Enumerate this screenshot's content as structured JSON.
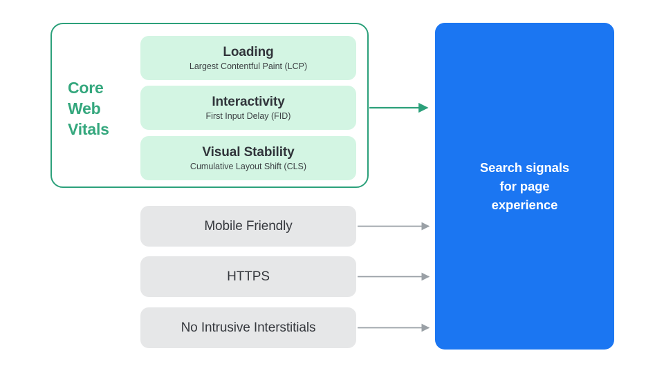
{
  "diagram": {
    "title": "Search signals for page experience",
    "colors": {
      "green_outline": "#2BA07A",
      "green_label": "#34A77D",
      "mint_card": "#D3F5E3",
      "gray_card": "#E6E7E8",
      "blue_panel": "#1B76F2",
      "gray_arrow": "#9AA0A6",
      "text_dark": "#31353B",
      "white": "#FFFFFF",
      "background": "#FFFFFF"
    },
    "group": {
      "label": "Core\nWeb\nVitals",
      "label_lines": [
        "Core",
        "Web",
        "Vitals"
      ],
      "vitals": [
        {
          "title": "Loading",
          "subtitle": "Largest Contentful Paint (LCP)",
          "metric_abbr": "LCP"
        },
        {
          "title": "Interactivity",
          "subtitle": "First Input Delay (FID)",
          "metric_abbr": "FID"
        },
        {
          "title": "Visual Stability",
          "subtitle": "Cumulative Layout Shift (CLS)",
          "metric_abbr": "CLS"
        }
      ]
    },
    "other_factors": [
      {
        "label": "Mobile Friendly"
      },
      {
        "label": "HTTPS"
      },
      {
        "label": "No Intrusive Interstitials"
      }
    ],
    "output": {
      "label": "Search signals\nfor page\nexperience",
      "label_lines": [
        "Search signals",
        "for page",
        "experience"
      ]
    },
    "connectors": [
      {
        "name": "core-web-vitals-arrow",
        "color": "#2BA07A",
        "from": "core-web-vitals-group",
        "to": "search-signals-panel"
      },
      {
        "name": "mobile-friendly-arrow",
        "color": "#9AA0A6",
        "from": "Mobile Friendly",
        "to": "search-signals-panel"
      },
      {
        "name": "https-arrow",
        "color": "#9AA0A6",
        "from": "HTTPS",
        "to": "search-signals-panel"
      },
      {
        "name": "no-intrusive-interstitials-arrow",
        "color": "#9AA0A6",
        "from": "No Intrusive Interstitials",
        "to": "search-signals-panel"
      }
    ]
  }
}
